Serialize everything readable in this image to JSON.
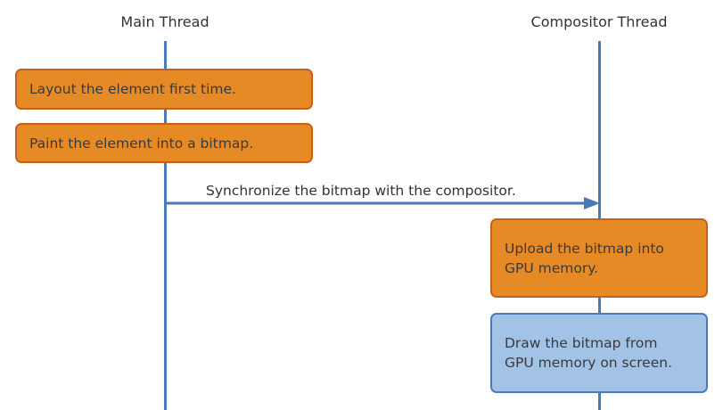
{
  "lanes": {
    "main": {
      "title": "Main Thread"
    },
    "compositor": {
      "title": "Compositor Thread"
    }
  },
  "steps": {
    "layout": "Layout the element first time.",
    "paint": "Paint the element into a bitmap.",
    "sync": "Synchronize the bitmap with the compositor.",
    "upload": "Upload the bitmap into\nGPU memory.",
    "draw": "Draw the bitmap from\nGPU memory on screen."
  },
  "colors": {
    "lifeline": "#4a7ab7",
    "main_step_fill": "#e68a26",
    "main_step_border": "#c9601a",
    "final_step_fill": "#a3c3e6",
    "final_step_border": "#4a7ab7",
    "arrow": "#4a7ab7"
  }
}
